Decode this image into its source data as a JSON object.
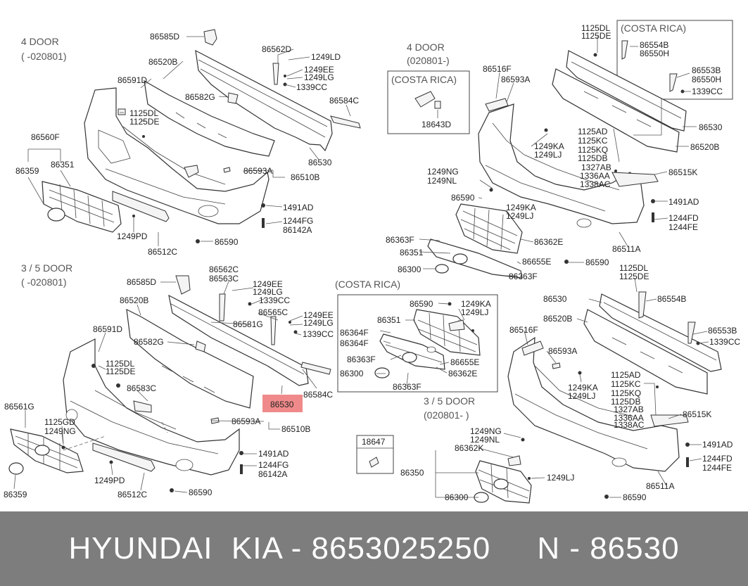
{
  "sections": {
    "q1_header": [
      "4 DOOR",
      "( -020801)"
    ],
    "q2_header": [
      "4 DOOR",
      "(020801-)"
    ],
    "q3_header": [
      "3 / 5 DOOR",
      "( -020801)"
    ],
    "q4_header": [
      "3 / 5 DOOR",
      "(020801- )"
    ],
    "costa_rica": "(COSTA RICA)"
  },
  "labels": {
    "q1": {
      "p86585D": "86585D",
      "p86520B": "86520B",
      "p86562D": "86562D",
      "p1249LD": "1249LD",
      "p1249EE": "1249EE",
      "p1249LG": "1249LG",
      "p1339CC": "1339CC",
      "p86582G": "86582G",
      "p86584C": "86584C",
      "p86591D": "86591D",
      "p1125DL": "1125DL",
      "p1125DE": "1125DE",
      "p86560F": "86560F",
      "p86359": "86359",
      "p86351": "86351",
      "p86593A": "86593A",
      "p86510B": "86510B",
      "p86530": "86530",
      "p1491AD": "1491AD",
      "p1244FG": "1244FG",
      "p86142A": "86142A",
      "p1249PD": "1249PD",
      "p86590": "86590",
      "p86512C": "86512C"
    },
    "q2": {
      "p1125DL": "1125DL",
      "p1125DE": "1125DE",
      "p86554B": "86554B",
      "p86550H": "86550H",
      "p86553B": "86553B",
      "p86550H2": "86550H",
      "p1339CC": "1339CC",
      "p86516F": "86516F",
      "p86593A": "86593A",
      "p18643D": "18643D",
      "p86530": "86530",
      "p86520B": "86520B",
      "p1249KA": "1249KA",
      "p1249LJ": "1249LJ",
      "p1125AD": "1125AD",
      "p1125KC": "1125KC",
      "p1125KQ": "1125KQ",
      "p1125DB": "1125DB",
      "p1327AB": "1327AB",
      "p1336AA": "1336AA",
      "p1338AC": "1338AC",
      "p86515K": "86515K",
      "p1249NG": "1249NG",
      "p1249NL": "1249NL",
      "p86590": "86590",
      "p1249KA2": "1249KA",
      "p1249LJ2": "1249LJ",
      "p1491AD": "1491AD",
      "p1244FD": "1244FD",
      "p1244FE": "1244FE",
      "p86363F": "86363F",
      "p86362E": "86362E",
      "p86351": "86351",
      "p86511A": "86511A",
      "p86655E": "86655E",
      "p86300": "86300",
      "p86590b": "86590",
      "p86363F2": "86363F"
    },
    "q3": {
      "p86585D": "86585D",
      "p86562C": "86562C",
      "p86563C": "86563C",
      "p1249EE": "1249EE",
      "p1249LG": "1249LG",
      "p1339CC": "1339CC",
      "p86520B": "86520B",
      "p86565C": "86565C",
      "p1249EE2": "1249EE",
      "p1249LG2": "1249LG",
      "p86581G": "86581G",
      "p1339CC2": "1339CC",
      "p86591D": "86591D",
      "p86582G": "86582G",
      "p1125DL": "1125DL",
      "p1125DE": "1125DE",
      "p86583C": "86583C",
      "p86530": "86530",
      "p86584C": "86584C",
      "p86561G": "86561G",
      "p1125GD": "1125GD",
      "p1249NG": "1249NG",
      "p86593A": "86593A",
      "p86510B": "86510B",
      "p1491AD": "1491AD",
      "p1244FG": "1244FG",
      "p86142A": "86142A",
      "p1249PD": "1249PD",
      "p86512C": "86512C",
      "p86590": "86590",
      "p86359": "86359"
    },
    "cr_box": {
      "p86590": "86590",
      "p1249KA": "1249KA",
      "p1249LJ": "1249LJ",
      "p86351": "86351",
      "p86364F": "86364F",
      "p86364F2": "86364F",
      "p86655E": "86655E",
      "p86363F": "86363F",
      "p86300": "86300",
      "p86362E": "86362E",
      "p86363F2": "86363F"
    },
    "q4": {
      "p1125DL": "1125DL",
      "p1125DE": "1125DE",
      "p86530": "86530",
      "p86554B": "86554B",
      "p86520B": "86520B",
      "p86553B": "86553B",
      "p1339CC": "1339CC",
      "p86516F": "86516F",
      "p86593A": "86593A",
      "p1125AD": "1125AD",
      "p1125KC": "1125KC",
      "p1125KQ": "1125KQ",
      "p1125DB": "1125DB",
      "p1327AB": "1327AB",
      "p1336AA": "1336AA",
      "p1338AC": "1338AC",
      "p1249KA": "1249KA",
      "p1249LJ": "1249LJ",
      "p86515K": "86515K",
      "p18647": "18647",
      "p1249NG": "1249NG",
      "p1249NL": "1249NL",
      "p86362K": "86362K",
      "p1491AD": "1491AD",
      "p1244FD": "1244FD",
      "p1244FE": "1244FE",
      "p86350": "86350",
      "p1249LJ2": "1249LJ",
      "p86511A": "86511A",
      "p86300": "86300",
      "p86590": "86590"
    },
    "highlight": "86530"
  },
  "colors": {
    "highlight_fill": "#f08a8a",
    "footer_bg": "#7d7d7d",
    "footer_text": "#ffffff"
  },
  "footer": {
    "text": "HYUNDAI  KIA - 8653025250     N - 86530"
  }
}
